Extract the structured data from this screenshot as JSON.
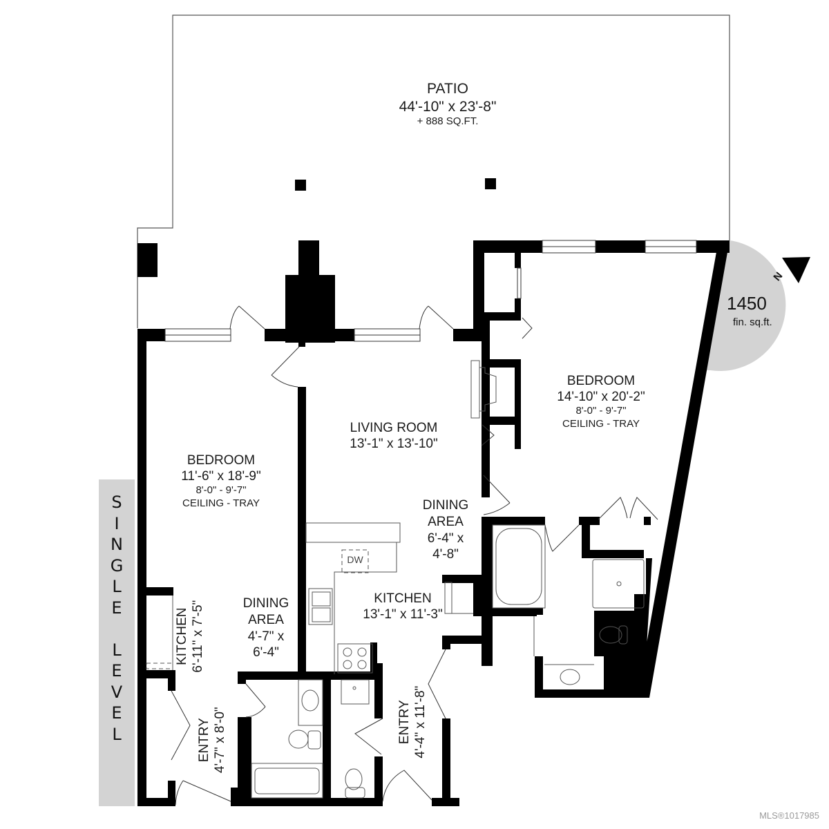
{
  "plan": {
    "type": "floor_plan",
    "level_label": [
      "S",
      "I",
      "N",
      "G",
      "L",
      "E",
      "",
      "L",
      "E",
      "V",
      "E",
      "L"
    ],
    "total_area": {
      "value": "1450",
      "unit": "fin. sq.ft."
    },
    "north_label": "N",
    "watermark": "MLS®1017985",
    "colors": {
      "wall": "#000000",
      "background": "#ffffff",
      "badge": "#d3d3d3",
      "watermark": "#9a9a9a"
    }
  },
  "rooms": {
    "patio": {
      "name": "PATIO",
      "dims": "44'-10\" x 23'-8\"",
      "extra": "+ 888 SQ.FT."
    },
    "bedroom_main": {
      "name": "BEDROOM",
      "dims": "14'-10\" x 20'-2\"",
      "height": "8'-0\" - 9'-7\"",
      "ceiling": "CEILING - TRAY"
    },
    "bedroom_left": {
      "name": "BEDROOM",
      "dims": "11'-6\" x 18'-9\"",
      "height": "8'-0\" - 9'-7\"",
      "ceiling": "CEILING - TRAY"
    },
    "living_room": {
      "name": "LIVING ROOM",
      "dims": "13'-1\" x 13'-10\""
    },
    "dining_right": {
      "name": "DINING",
      "name2": "AREA",
      "dims": "6'-4\" x",
      "dims2": "4'-8\""
    },
    "dining_left": {
      "name": "DINING",
      "name2": "AREA",
      "dims": "4'-7\" x",
      "dims2": "6'-4\""
    },
    "kitchen_main": {
      "name": "KITCHEN",
      "dims": "13'-1\" x 11'-3\""
    },
    "kitchen_left": {
      "name": "KITCHEN",
      "dims": "6'-11\" x 7'-5\""
    },
    "entry_left": {
      "name": "ENTRY",
      "dims": "4'-7\" x 8'-0\""
    },
    "entry_right": {
      "name": "ENTRY",
      "dims": "4'-4\" x 11'-8\""
    }
  },
  "fixtures": {
    "dishwasher": "DW"
  }
}
